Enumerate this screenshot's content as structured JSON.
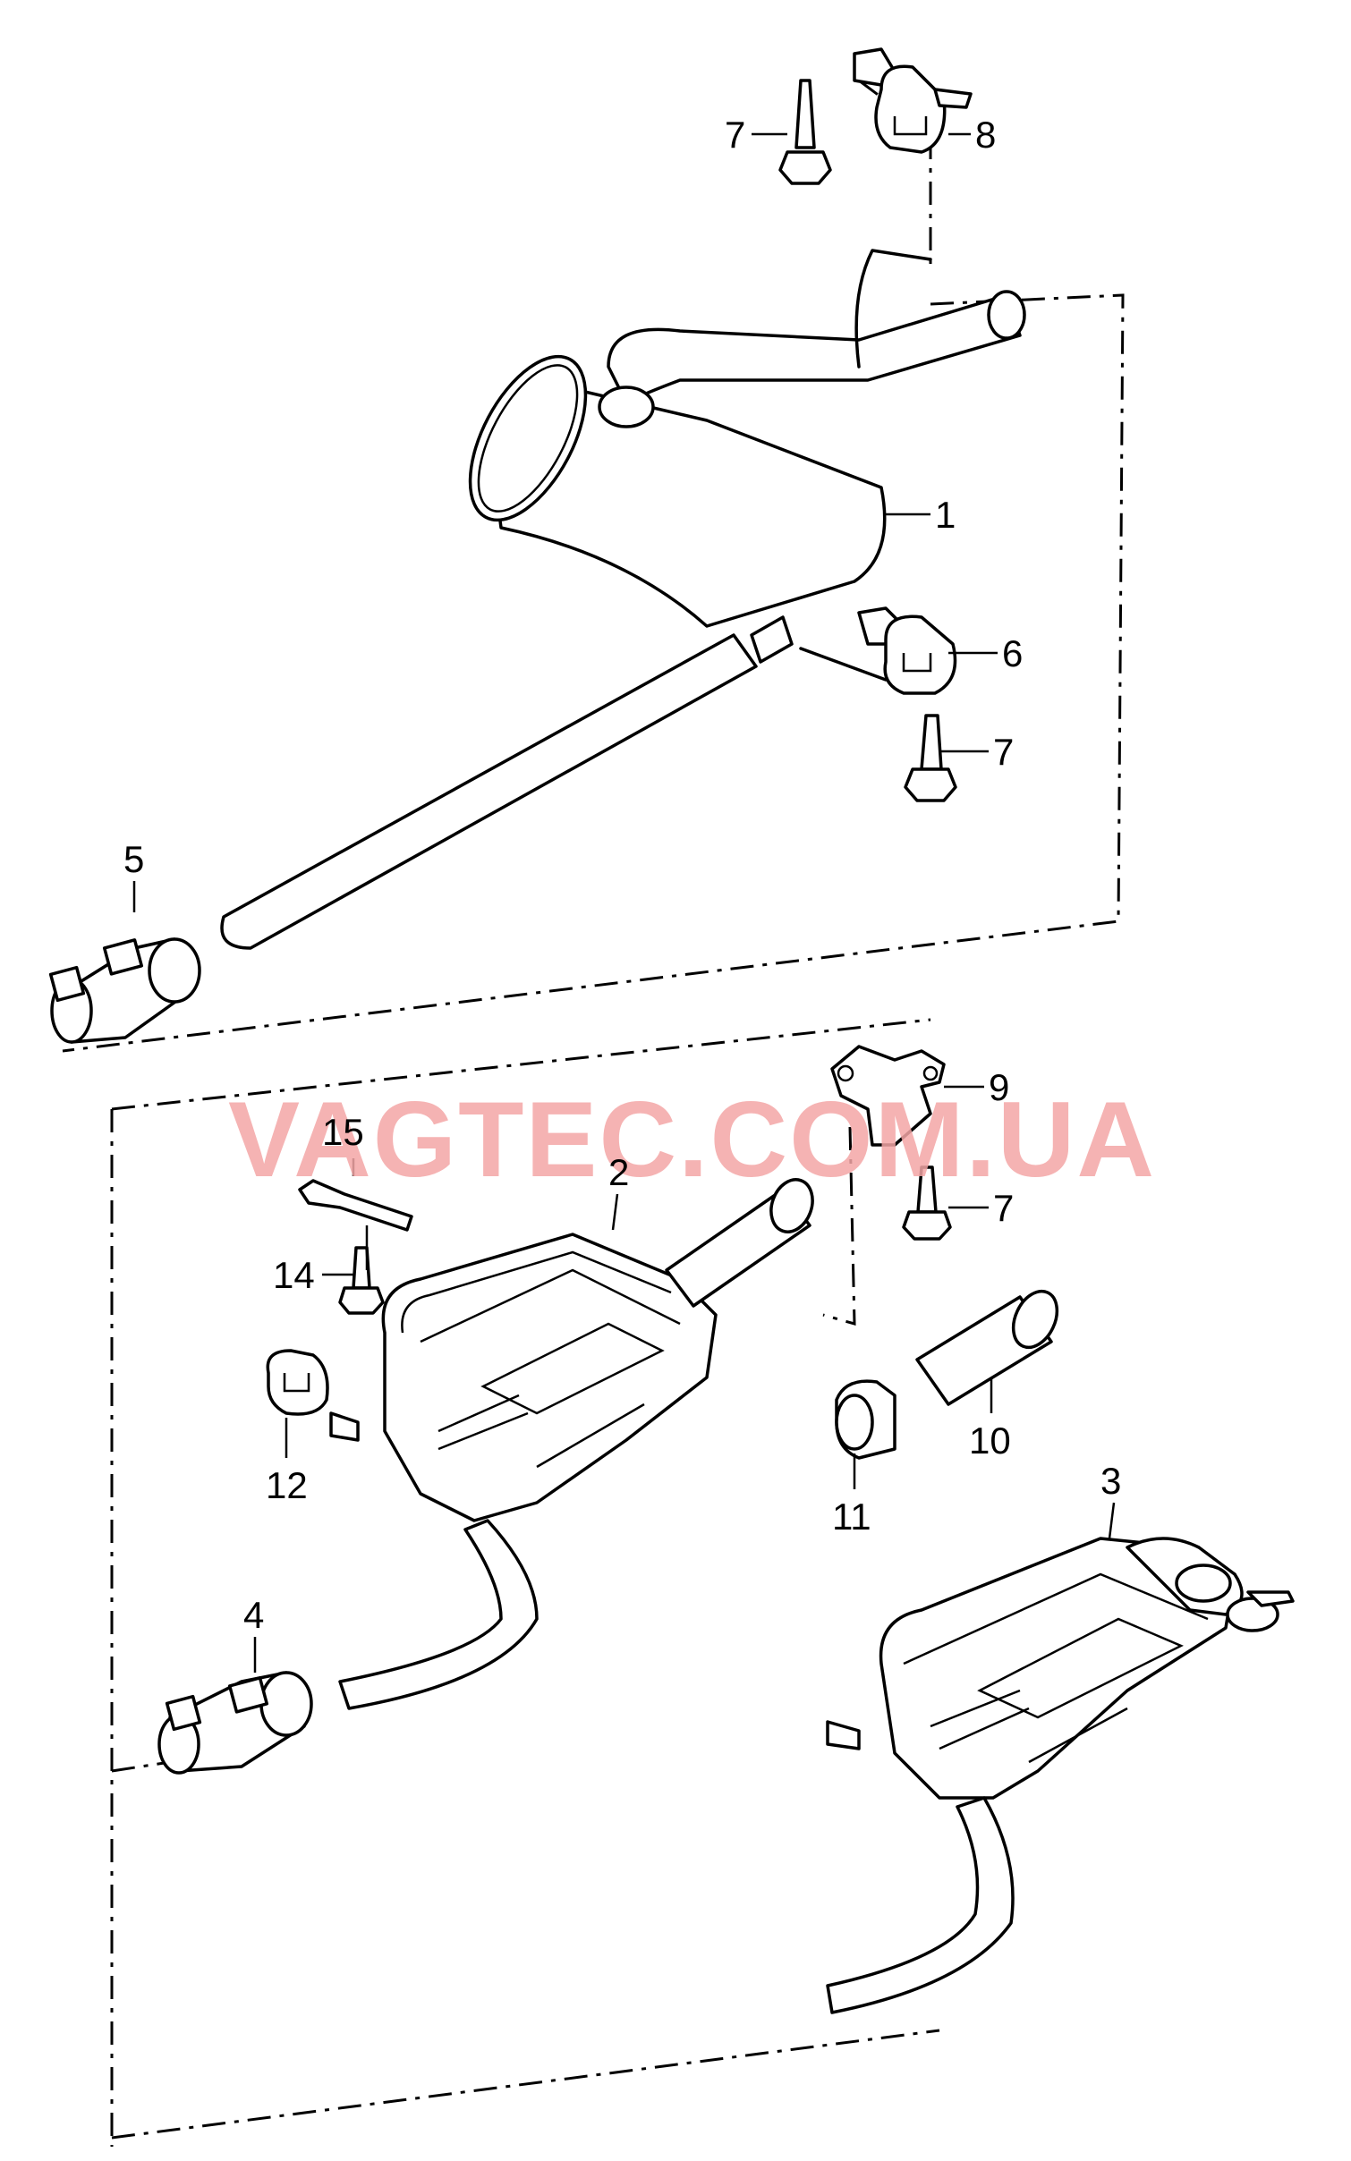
{
  "watermark": "VAGTEC.COM.UA",
  "callouts": {
    "c1": "1",
    "c2": "2",
    "c3": "3",
    "c4": "4",
    "c5": "5",
    "c6": "6",
    "c7a": "7",
    "c7b": "7",
    "c7c": "7",
    "c8": "8",
    "c9": "9",
    "c10": "10",
    "c11": "11",
    "c12": "12",
    "c14": "14",
    "c15": "15"
  },
  "colors": {
    "watermark": "#f4a6a6",
    "lines": "#000000"
  }
}
